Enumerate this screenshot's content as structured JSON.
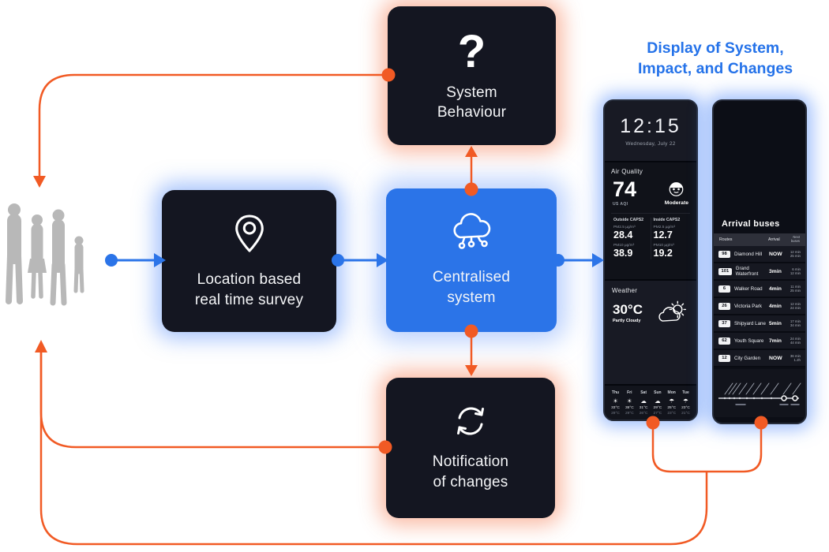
{
  "colors": {
    "orange": "#F15A24",
    "blue": "#2B74E8",
    "dark_box": "#141621",
    "people_gray": "#b8b8b8"
  },
  "heading": {
    "line1": "Display of System,",
    "line2": "Impact, and Changes"
  },
  "nodes": {
    "system_behaviour": {
      "icon": "question-mark-icon",
      "symbol": "?",
      "line1": "System",
      "line2": "Behaviour"
    },
    "location_survey": {
      "icon": "location-pin-icon",
      "line1": "Location based",
      "line2": "real time survey"
    },
    "centralised_system": {
      "icon": "cloud-network-icon",
      "line1": "Centralised",
      "line2": "system"
    },
    "notification": {
      "icon": "sync-icon",
      "line1": "Notification",
      "line2": "of changes"
    }
  },
  "weather_display": {
    "time": "12:15",
    "date": "Wednesday, July 22",
    "air_quality": {
      "label": "Air Quality",
      "value": "74",
      "scale": "US AQI",
      "status": "Moderate",
      "outside": {
        "header": "Outside CAPS2",
        "pm25_label": "PM2.5 µg/m³",
        "pm25": "28.4",
        "pm10_label": "PM10 µg/m³",
        "pm10": "38.9"
      },
      "inside": {
        "header": "Inside CAPS2",
        "pm25_label": "PM2.5 µg/m³",
        "pm25": "12.7",
        "pm10_label": "PM10 µg/m³",
        "pm10": "19.2"
      }
    },
    "weather": {
      "label": "Weather",
      "temp": "30°C",
      "condition": "Partly Cloudy",
      "forecast": [
        {
          "day": "Thu",
          "icon": "sunny",
          "hi": "33°C",
          "lo": "29°C"
        },
        {
          "day": "Fri",
          "icon": "sunny",
          "hi": "35°C",
          "lo": "29°C"
        },
        {
          "day": "Sat",
          "icon": "partly-cloudy",
          "hi": "31°C",
          "lo": "26°C"
        },
        {
          "day": "Sun",
          "icon": "cloudy",
          "hi": "29°C",
          "lo": "27°C"
        },
        {
          "day": "Mon",
          "icon": "rain",
          "hi": "25°C",
          "lo": "23°C"
        },
        {
          "day": "Tue",
          "icon": "rain",
          "hi": "23°C",
          "lo": "21°C"
        }
      ]
    }
  },
  "bus_display": {
    "title": "Arrival buses",
    "col_routes": "Routes",
    "col_arrival": "Arrival",
    "col_next": "Next buses",
    "rows": [
      {
        "route": "98",
        "name": "Diamond Hill",
        "arrival": "NOW",
        "next1": "12 min",
        "next2": "25 min"
      },
      {
        "route": "101",
        "name": "Grand Waterfront",
        "arrival": "3min",
        "next1": "6 min",
        "next2": "12 min"
      },
      {
        "route": "6",
        "name": "Walker Road",
        "arrival": "4min",
        "next1": "11 min",
        "next2": "25 min"
      },
      {
        "route": "26",
        "name": "Victoria Park",
        "arrival": "4min",
        "next1": "12 min",
        "next2": "24 min"
      },
      {
        "route": "37",
        "name": "Shipyard Lane",
        "arrival": "5min",
        "next1": "17 min",
        "next2": "34 min"
      },
      {
        "route": "62",
        "name": "Youth Square",
        "arrival": "7min",
        "next1": "24 min",
        "next2": "44 min"
      },
      {
        "route": "12",
        "name": "City Garden",
        "arrival": "NOW",
        "next1": "36 min",
        "next2": "1.2h"
      }
    ]
  }
}
